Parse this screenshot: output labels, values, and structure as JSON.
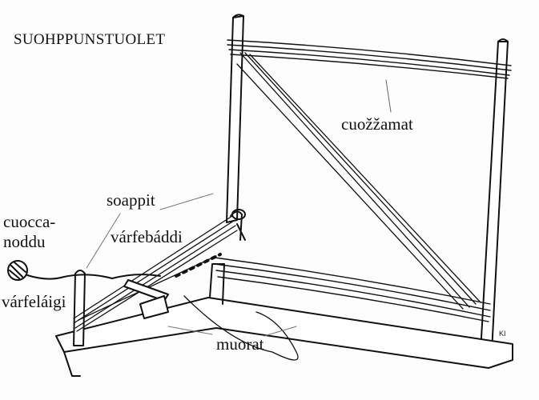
{
  "title": "SUOHPPUNSTUOLET",
  "labels": {
    "warp": "cuožžamat",
    "sticks": "soappit",
    "ball_line1": "cuocca-",
    "ball_line2": "noddu",
    "warp_band": "várfebáddi",
    "warp_stick": "várfeláigi",
    "wood": "muorat"
  },
  "signature": "KI"
}
